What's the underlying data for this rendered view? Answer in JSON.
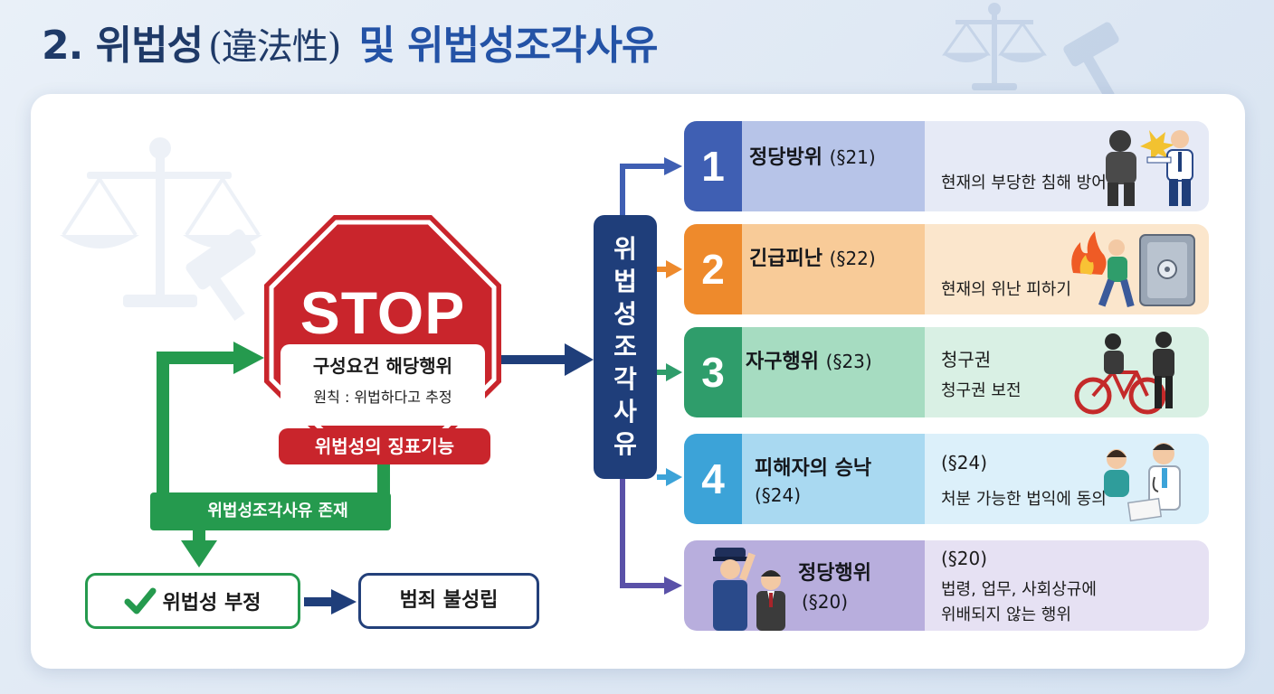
{
  "title": {
    "main": "2. 위법성",
    "hanja": "(違法性)",
    "accent": "및 위법성조각사유"
  },
  "stop_sign": {
    "word": "STOP",
    "line1": "구성요건 해당행위",
    "line2": "원칙 : 위법하다고 추정",
    "label": "위법성의 징표기능"
  },
  "loop_label": "위법성조각사유 존재",
  "result": {
    "negate": "위법성 부정",
    "crime": "범죄 불성립"
  },
  "vertical_bar": [
    "위",
    "법",
    "성",
    "조",
    "각",
    "사",
    "유"
  ],
  "items": [
    {
      "num": "1",
      "name": "정당방위",
      "section": "(§21)",
      "desc": [
        "현재의 부당한 침해 방어"
      ],
      "icon": "self-defense-illustration"
    },
    {
      "num": "2",
      "name": "긴급피난",
      "section": "(§22)",
      "desc": [
        "현재의 위난 피하기"
      ],
      "icon": "emergency-fire-safe-illustration"
    },
    {
      "num": "3",
      "name": "자구행위",
      "section": "(§23)",
      "desc": [
        "청구권",
        "청구권 보전"
      ],
      "icon": "bicycle-recovery-illustration"
    },
    {
      "num": "4",
      "name": "피해자의 승낙",
      "section": "(§24)",
      "desc": [
        "(§24)",
        "처분 가능한 법익에 동의"
      ],
      "icon": "doctor-patient-illustration"
    },
    {
      "num": "",
      "name": "정당행위",
      "section": "(§20)",
      "desc": [
        "(§20)",
        "법령, 업무, 사회상규에",
        "위배되지 않는 행위"
      ],
      "icon": "police-officer-illustration"
    }
  ],
  "colors": {
    "navy": "#1f3e7a",
    "stop_red": "#c9252c",
    "green": "#259a4e",
    "item1": "#3f5fb3",
    "item2": "#ee8a2c",
    "item3": "#2f9d6b",
    "item4": "#3ca3d8",
    "item5": "#7d6cc0"
  }
}
